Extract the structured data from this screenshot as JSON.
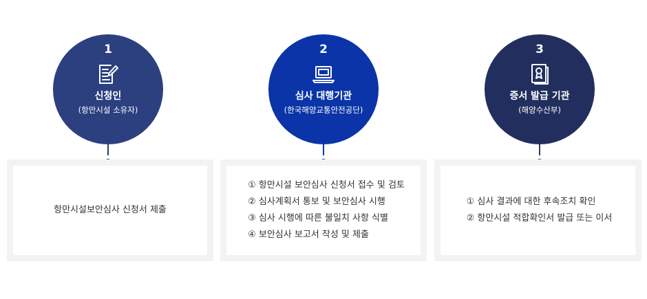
{
  "colors": {
    "step1_circle": "#2c4080",
    "step2_circle": "#0a34a8",
    "step3_circle": "#222f5e",
    "box_bg": "#f3f3f3",
    "box_inner": "#ffffff",
    "text": "#333333",
    "connector_dark": "#2d3b6a",
    "connector_blue": "#0a34a8"
  },
  "steps": [
    {
      "number": "1",
      "icon": "document-pen-icon",
      "title": "신청인",
      "subtitle": "(항만시설 소유자)",
      "text": "항만시설보안심사 신청서 제출"
    },
    {
      "number": "2",
      "icon": "laptop-icon",
      "title": "심사 대행기관",
      "subtitle": "(한국해양교통안전공단)",
      "items": [
        "① 항만시설 보안심사 신청서 접수 및 검토",
        "② 심사계획서 통보 및 보안심사 시행",
        "③ 심사 시행에 따른 불일치 사항 식별",
        "④ 보안심사 보고서 작성 및 제출"
      ]
    },
    {
      "number": "3",
      "icon": "certificate-icon",
      "title": "증서 발급 기관",
      "subtitle": "(해양수산부)",
      "items": [
        "① 심사 결과에 대한 후속조치 확인",
        "② 항만시설 적합확인서 발급 또는 이서"
      ]
    }
  ]
}
